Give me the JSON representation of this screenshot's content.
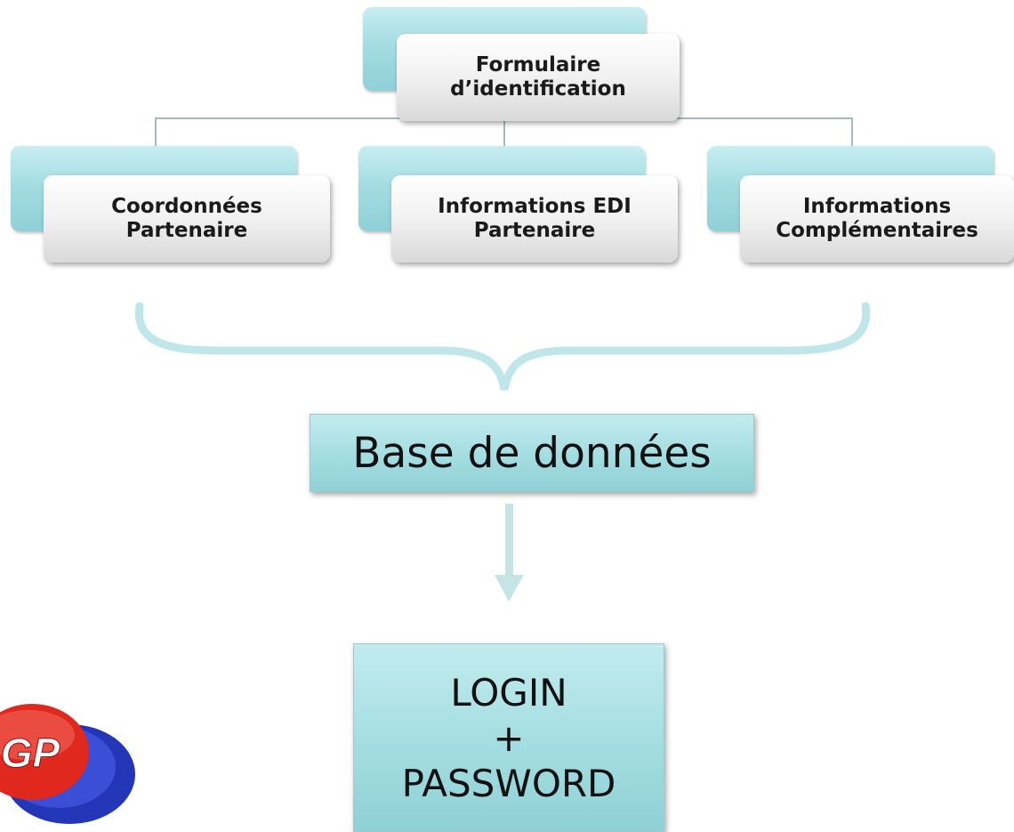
{
  "hierarchy": {
    "root": {
      "label": "Formulaire\nd’identification"
    },
    "children": [
      {
        "label": "Coordonnées\nPartenaire"
      },
      {
        "label": "Informations EDI\nPartenaire"
      },
      {
        "label": "Informations\nComplémentaires"
      }
    ]
  },
  "database": {
    "label": "Base de données"
  },
  "credentials": {
    "label": "LOGIN\n+\nPASSWORD"
  },
  "logo": {
    "text": "GP"
  },
  "colors": {
    "teal_box": "#a3dde1",
    "connector": "#a9b9b9",
    "brace": "#bfe6e8",
    "logo_red": "#e0281e",
    "logo_blue": "#2436b8"
  }
}
